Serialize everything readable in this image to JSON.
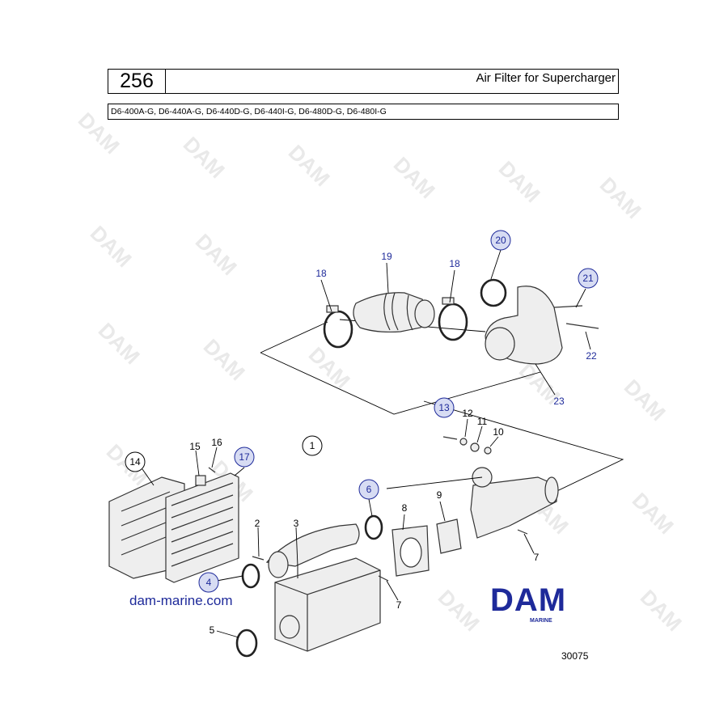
{
  "header": {
    "page_number": "256",
    "title": "Air Filter for Supercharger",
    "models": "D6-400A-G, D6-440A-G, D6-440D-G, D6-440I-G, D6-480D-G, D6-480I-G"
  },
  "watermark": {
    "text": "DAM"
  },
  "callouts": [
    {
      "id": "c1",
      "label": "1",
      "circled": true,
      "highlight": false
    },
    {
      "id": "c2",
      "label": "2",
      "circled": false
    },
    {
      "id": "c3",
      "label": "3",
      "circled": false
    },
    {
      "id": "c4",
      "label": "4",
      "circled": true,
      "highlight": true
    },
    {
      "id": "c5",
      "label": "5",
      "circled": false
    },
    {
      "id": "c6",
      "label": "6",
      "circled": true,
      "highlight": true
    },
    {
      "id": "c7a",
      "label": "7",
      "circled": false
    },
    {
      "id": "c7b",
      "label": "7",
      "circled": false
    },
    {
      "id": "c8",
      "label": "8",
      "circled": false
    },
    {
      "id": "c9",
      "label": "9",
      "circled": false
    },
    {
      "id": "c10",
      "label": "10",
      "circled": false
    },
    {
      "id": "c11",
      "label": "11",
      "circled": false
    },
    {
      "id": "c12",
      "label": "12",
      "circled": false
    },
    {
      "id": "c13",
      "label": "13",
      "circled": true,
      "highlight": true
    },
    {
      "id": "c14",
      "label": "14",
      "circled": true,
      "highlight": false
    },
    {
      "id": "c15",
      "label": "15",
      "circled": false
    },
    {
      "id": "c16",
      "label": "16",
      "circled": false
    },
    {
      "id": "c17",
      "label": "17",
      "circled": true,
      "highlight": true
    },
    {
      "id": "c18a",
      "label": "18",
      "circled": false
    },
    {
      "id": "c18b",
      "label": "18",
      "circled": false
    },
    {
      "id": "c19",
      "label": "19",
      "circled": false
    },
    {
      "id": "c20",
      "label": "20",
      "circled": true,
      "highlight": true
    },
    {
      "id": "c21",
      "label": "21",
      "circled": true,
      "highlight": true
    },
    {
      "id": "c22",
      "label": "22",
      "circled": false
    },
    {
      "id": "c23",
      "label": "23",
      "circled": false
    }
  ],
  "footer": {
    "website": "dam-marine.com",
    "logo_text": "DAM",
    "logo_subtext": "MARINE",
    "diagram_id": "30075"
  },
  "colors": {
    "callout_text": "#1e2a9a",
    "callout_highlight_fill": "#d7dcf3",
    "logo": "#1e2a9a",
    "watermark": "#e9e9e9"
  }
}
